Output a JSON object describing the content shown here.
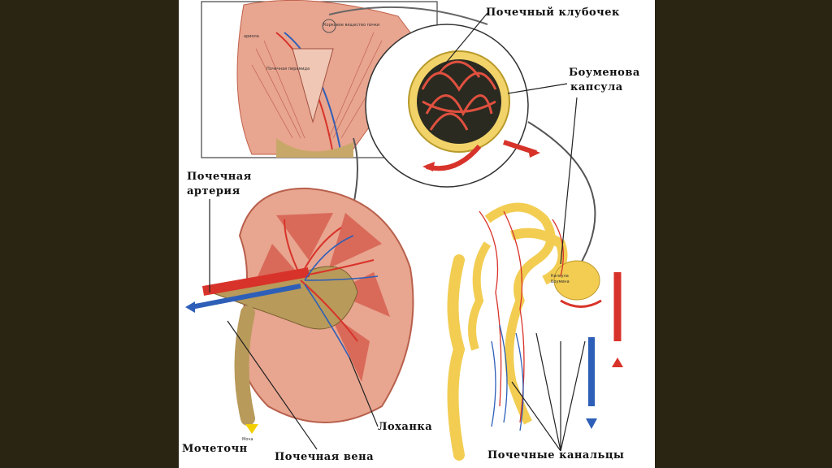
{
  "labels": {
    "glomerulus": "Почечный клубочек",
    "bowman_line1": "Боуменова",
    "bowman_line2": "капсула",
    "artery_line1": "Почечная",
    "artery_line2": "артерия",
    "ureter": "Мочеточн",
    "vein": "Почечная вена",
    "pelvis": "Лоханка",
    "tubules": "Почечные канальцы"
  },
  "small_text": {
    "capsule_bowman_1": "Капсула",
    "capsule_bowman_2": "Боумена",
    "urine": "Моча",
    "cortex": "Корковое вещество почки",
    "pyramid": "Почечная пирамида",
    "arteriole": "ариола"
  },
  "colors": {
    "background": "#2a2413",
    "tissue": "#e8a58f",
    "artery": "#d8332a",
    "vein": "#2e5fb8",
    "tubule": "#f2cd52",
    "pelvis": "#b89a5a"
  },
  "icons": [
    "arrow-right-icon",
    "arrow-up-icon",
    "arrow-down-icon"
  ]
}
